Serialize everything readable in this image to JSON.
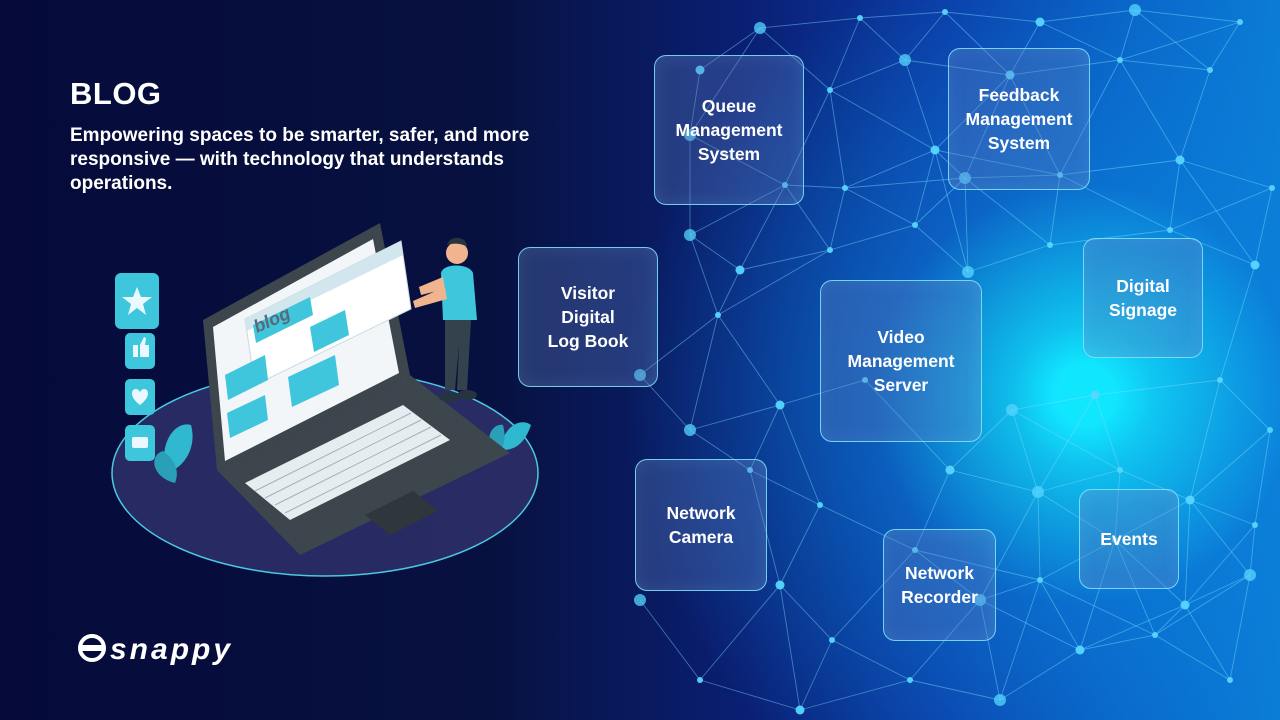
{
  "page": {
    "title": "BLOG",
    "subtitle": "Empowering spaces to be smarter, safer, and more responsive — with technology that understands operations."
  },
  "brand": {
    "logo_text": "snappy",
    "accent_color": "#11e6ff",
    "background_dark": "#050a3a",
    "background_bright": "#0b7cd6",
    "card_border_color": "#82e6ff"
  },
  "illustration": {
    "screen_label": "blog",
    "icons": [
      "star-icon",
      "thumbs-up-icon",
      "heart-icon",
      "chat-icon"
    ]
  },
  "nodes": [
    {
      "id": "queue",
      "label": "Queue\nManagement\nSystem"
    },
    {
      "id": "feedback",
      "label": "Feedback\nManagement\nSystem"
    },
    {
      "id": "visitor",
      "label": "Visitor\nDigital\nLog Book"
    },
    {
      "id": "signage",
      "label": "Digital\nSignage"
    },
    {
      "id": "vms",
      "label": "Video\nManagement\nServer"
    },
    {
      "id": "camera",
      "label": "Network\nCamera"
    },
    {
      "id": "recorder",
      "label": "Network\nRecorder"
    },
    {
      "id": "events",
      "label": "Events"
    }
  ]
}
